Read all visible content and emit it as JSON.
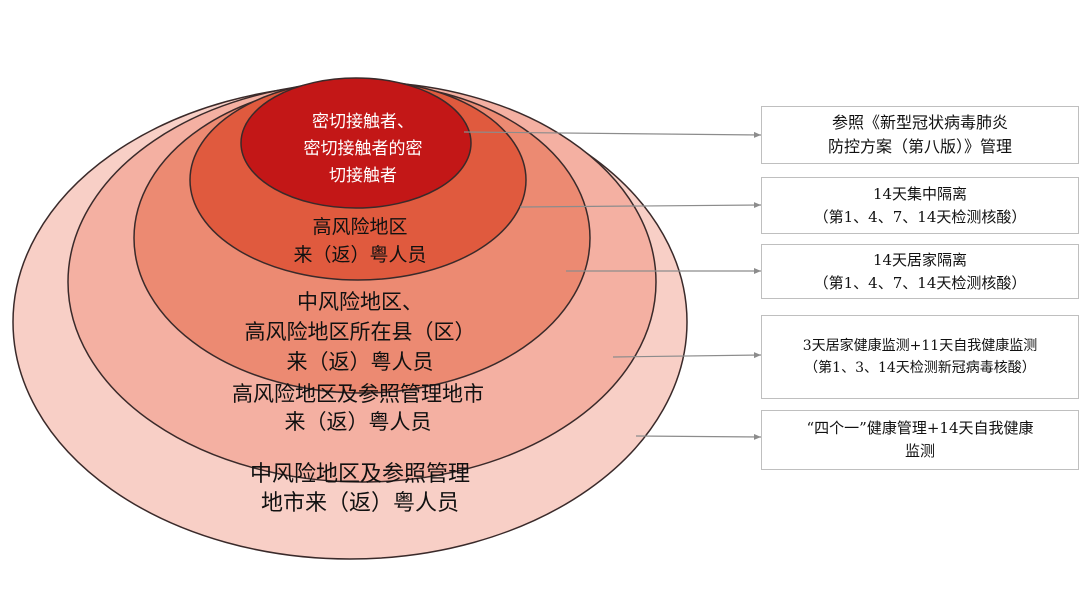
{
  "colors": {
    "ring_5": "#f8cfc6",
    "ring_4": "#f4b0a2",
    "ring_3": "#ec8a72",
    "ring_2": "#e05a3e",
    "ring_1": "#c31717",
    "ring_stroke": "#3a2a2a",
    "connector": "#8c8c8c",
    "box_border": "#bfbfbf"
  },
  "rings": [
    {
      "id": "ring-1",
      "label": "密切接触者、\n密切接触者的密\n切接触者"
    },
    {
      "id": "ring-2",
      "label": "高风险地区\n来（返）粤人员"
    },
    {
      "id": "ring-3",
      "label": "中风险地区、\n高风险地区所在县（区）\n来（返）粤人员"
    },
    {
      "id": "ring-4",
      "label": "高风险地区及参照管理地市\n来（返）粤人员"
    },
    {
      "id": "ring-5",
      "label": "中风险地区及参照管理\n地市来（返）粤人员"
    }
  ],
  "measures": [
    {
      "id": "measure-1",
      "text": "参照《新型冠状病毒肺炎\n防控方案（第八版）》管理"
    },
    {
      "id": "measure-2",
      "text": "14天集中隔离\n（第1、4、7、14天检测核酸）"
    },
    {
      "id": "measure-3",
      "text": "14天居家隔离\n（第1、4、7、14天检测核酸）"
    },
    {
      "id": "measure-4",
      "text": "3天居家健康监测+11天自我健康监测\n（第1、3、14天检测新冠病毒核酸）"
    },
    {
      "id": "measure-5",
      "text": "“四个一”健康管理+14天自我健康\n监测"
    }
  ]
}
